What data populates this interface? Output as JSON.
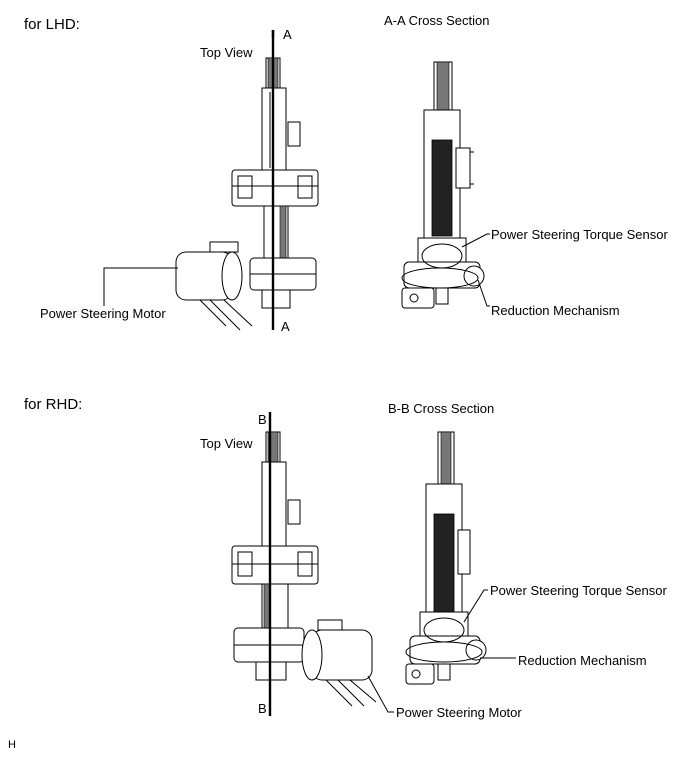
{
  "lhd": {
    "header": "for LHD:",
    "section_title": "A-A Cross Section",
    "axis_top": "A",
    "axis_bottom": "A",
    "top_view": "Top View",
    "labels": {
      "torque_sensor": "Power Steering Torque Sensor",
      "reduction": "Reduction Mechanism",
      "motor": "Power Steering Motor"
    }
  },
  "rhd": {
    "header": "for RHD:",
    "section_title": "B-B Cross Section",
    "axis_top": "B",
    "axis_bottom": "B",
    "top_view": "Top View",
    "labels": {
      "torque_sensor": "Power Steering Torque Sensor",
      "reduction": "Reduction Mechanism",
      "motor": "Power Steering Motor"
    }
  },
  "corner_mark": "H"
}
